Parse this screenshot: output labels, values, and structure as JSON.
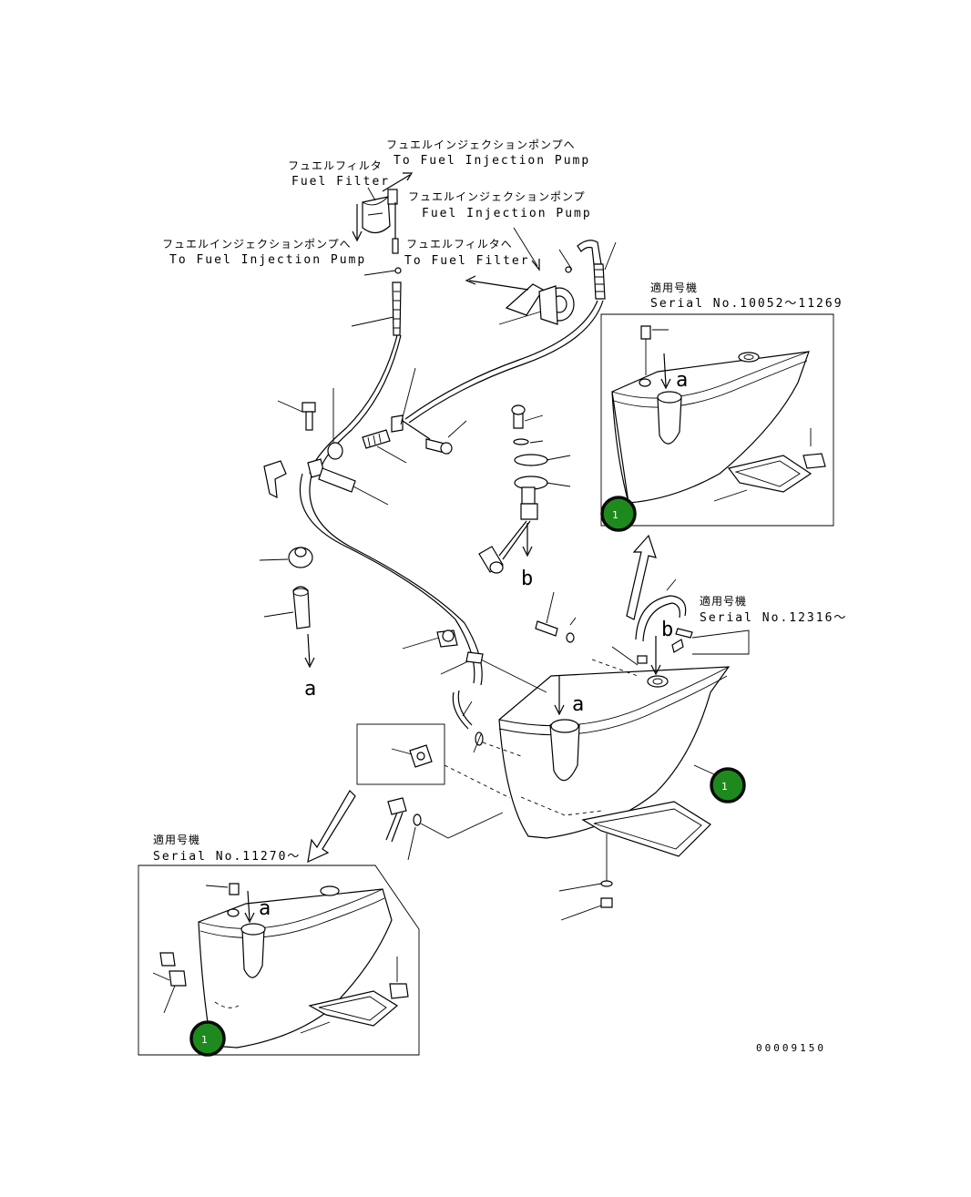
{
  "labels": {
    "to_pump_top_jp": "フュエルインジェクションポンプへ",
    "to_pump_top_en": "To Fuel Injection Pump",
    "fuel_filter_jp": "フュエルフィルタ",
    "fuel_filter_en": "Fuel Filter",
    "pump_jp": "フュエルインジェクションポンプ",
    "pump_en": "Fuel Injection Pump",
    "to_pump_left_jp": "フュエルインジェクションポンプへ",
    "to_pump_left_en": "To Fuel Injection Pump",
    "to_filter_jp": "フュエルフィルタへ",
    "to_filter_en": "To Fuel Filter"
  },
  "insets": {
    "top_right": {
      "title_jp": "適用号機",
      "serial": "Serial No.10052～11269"
    },
    "middle": {
      "title_jp": "適用号機",
      "serial": "Serial No.12316～"
    },
    "bottom_left": {
      "title_jp": "適用号機",
      "serial": "Serial No.11270～"
    }
  },
  "refs": {
    "a": "a",
    "b": "b"
  },
  "badges": {
    "label": "1",
    "color": "#1e8a1e"
  },
  "drawing_number": "00009150"
}
